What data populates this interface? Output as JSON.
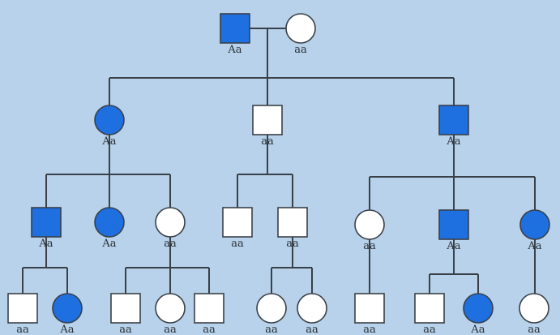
{
  "colors": {
    "affected": "#1e6fe0",
    "unaffected": "#ffffff",
    "line": "#3a4048",
    "background": "#b7d2ea"
  },
  "individuals": [
    {
      "id": "I1",
      "sex": "male",
      "affected": true,
      "genotype": "Aa"
    },
    {
      "id": "I2",
      "sex": "female",
      "affected": false,
      "genotype": "aa"
    },
    {
      "id": "II1",
      "sex": "female",
      "affected": true,
      "genotype": "Aa"
    },
    {
      "id": "II2",
      "sex": "male",
      "affected": false,
      "genotype": "aa"
    },
    {
      "id": "II3",
      "sex": "male",
      "affected": true,
      "genotype": "Aa"
    },
    {
      "id": "III1",
      "sex": "male",
      "affected": true,
      "genotype": "Aa"
    },
    {
      "id": "III2",
      "sex": "female",
      "affected": true,
      "genotype": "Aa"
    },
    {
      "id": "III3",
      "sex": "female",
      "affected": false,
      "genotype": "aa"
    },
    {
      "id": "III4",
      "sex": "male",
      "affected": false,
      "genotype": "aa"
    },
    {
      "id": "III5",
      "sex": "male",
      "affected": false,
      "genotype": "aa"
    },
    {
      "id": "III6",
      "sex": "female",
      "affected": false,
      "genotype": "aa"
    },
    {
      "id": "III7",
      "sex": "male",
      "affected": true,
      "genotype": "Aa"
    },
    {
      "id": "III8",
      "sex": "female",
      "affected": true,
      "genotype": "Aa"
    },
    {
      "id": "IV1",
      "sex": "male",
      "affected": false,
      "genotype": "aa"
    },
    {
      "id": "IV2",
      "sex": "female",
      "affected": true,
      "genotype": "Aa"
    },
    {
      "id": "IV3",
      "sex": "male",
      "affected": false,
      "genotype": "aa"
    },
    {
      "id": "IV4",
      "sex": "female",
      "affected": false,
      "genotype": "aa"
    },
    {
      "id": "IV5",
      "sex": "male",
      "affected": false,
      "genotype": "aa"
    },
    {
      "id": "IV6",
      "sex": "female",
      "affected": false,
      "genotype": "aa"
    },
    {
      "id": "IV7",
      "sex": "female",
      "affected": false,
      "genotype": "aa"
    },
    {
      "id": "IV8",
      "sex": "male",
      "affected": false,
      "genotype": "aa"
    },
    {
      "id": "IV9",
      "sex": "male",
      "affected": false,
      "genotype": "aa"
    },
    {
      "id": "IV10",
      "sex": "female",
      "affected": true,
      "genotype": "Aa"
    },
    {
      "id": "IV11",
      "sex": "female",
      "affected": false,
      "genotype": "aa"
    }
  ]
}
